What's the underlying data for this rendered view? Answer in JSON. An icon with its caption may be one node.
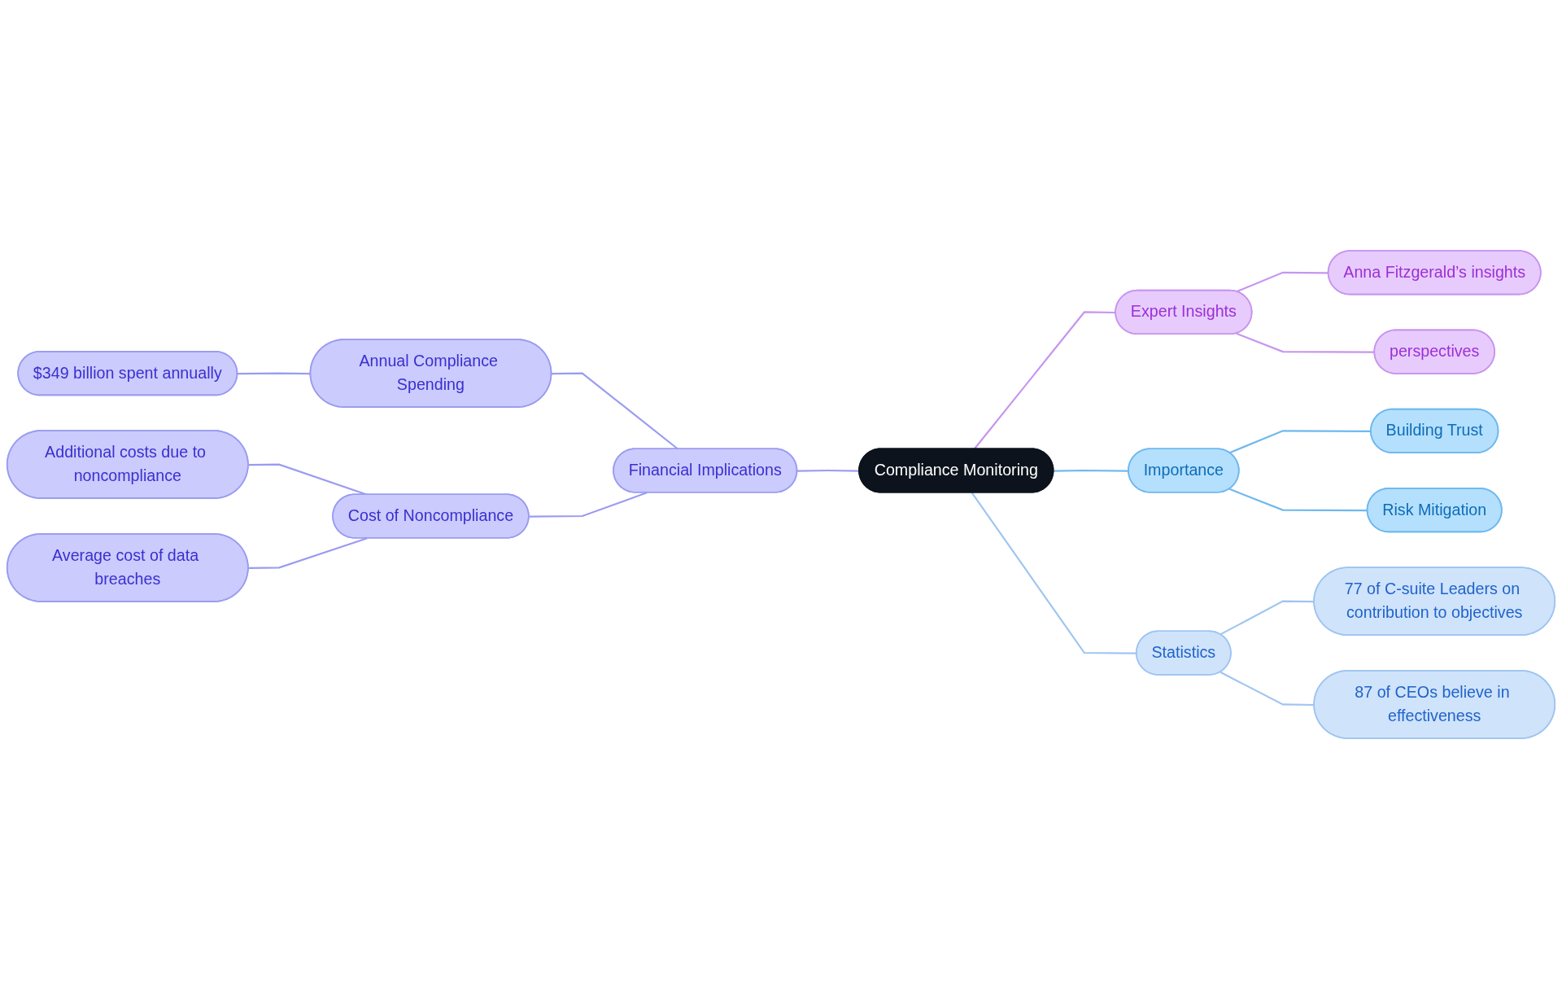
{
  "diagram": {
    "nodes": [
      {
        "text": [
          "Compliance Monitoring"
        ]
      },
      {
        "text": [
          "Financial Implications"
        ]
      },
      {
        "text": [
          "Annual Compliance Spending"
        ]
      },
      {
        "text": [
          "$349 billion spent annually"
        ]
      },
      {
        "text": [
          "Cost of Noncompliance"
        ]
      },
      {
        "text": [
          "Additional costs due to noncompliance"
        ]
      },
      {
        "text": [
          "Average cost of data breaches"
        ]
      },
      {
        "text": [
          "Expert Insights"
        ]
      },
      {
        "text": [
          "Anna Fitzgerald’s insights"
        ]
      },
      {
        "text": [
          "perspectives"
        ]
      },
      {
        "text": [
          "Importance"
        ]
      },
      {
        "text": [
          "Building Trust"
        ]
      },
      {
        "text": [
          "Risk Mitigation"
        ]
      },
      {
        "text": [
          "Statistics"
        ]
      },
      {
        "text": [
          "77 of C-suite Leaders on contribution to objectives"
        ]
      },
      {
        "text": [
          "87 of CEOs believe in effectiveness"
        ]
      }
    ],
    "edges": [
      {
        "from": 1,
        "to": 0,
        "arrow": "none"
      },
      {
        "from": 2,
        "to": 1,
        "arrow": "none"
      },
      {
        "from": 3,
        "to": 2,
        "arrow": "none"
      },
      {
        "from": 4,
        "to": 1,
        "arrow": "none"
      },
      {
        "from": 5,
        "to": 4,
        "arrow": "none"
      },
      {
        "from": 6,
        "to": 4,
        "arrow": "none"
      },
      {
        "from": 0,
        "to": 7,
        "arrow": "none",
        "color": "#c795ee"
      },
      {
        "from": 7,
        "to": 8,
        "arrow": "none",
        "color": "#c795ee"
      },
      {
        "from": 7,
        "to": 9,
        "arrow": "none",
        "color": "#c795ee"
      },
      {
        "from": 0,
        "to": 10,
        "arrow": "none",
        "color": "#6fb8ee"
      },
      {
        "from": 10,
        "to": 11,
        "arrow": "none",
        "color": "#6fb8ee"
      },
      {
        "from": 10,
        "to": 12,
        "arrow": "none",
        "color": "#6fb8ee"
      },
      {
        "from": 0,
        "to": 13,
        "arrow": "none",
        "color": "#9fc5f0"
      },
      {
        "from": 13,
        "to": 14,
        "arrow": "none",
        "color": "#9fc5f0"
      },
      {
        "from": 13,
        "to": 15,
        "arrow": "none",
        "color": "#9fc5f0"
      }
    ]
  }
}
